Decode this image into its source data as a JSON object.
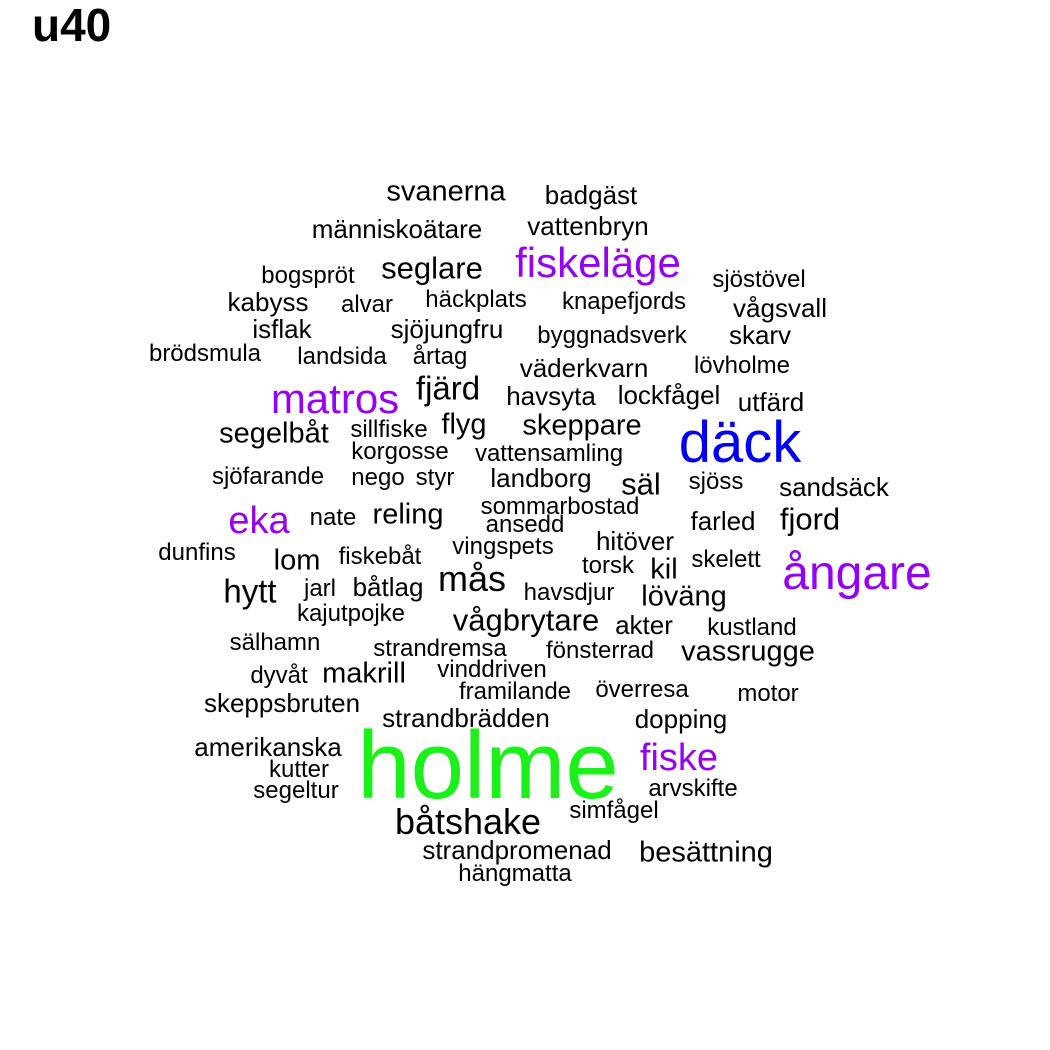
{
  "title": "u40",
  "colors": {
    "default": "#000000",
    "purple": "#9400F0",
    "blue": "#0000F0",
    "green": "#1BF01B"
  },
  "words": [
    {
      "text": "holme",
      "color": "green"
    },
    {
      "text": "däck",
      "color": "blue"
    },
    {
      "text": "ångare",
      "color": "purple"
    },
    {
      "text": "matros",
      "color": "purple"
    },
    {
      "text": "fiskeläge",
      "color": "purple"
    },
    {
      "text": "eka",
      "color": "purple"
    },
    {
      "text": "fiske",
      "color": "purple"
    },
    {
      "text": "svanerna",
      "color": "default"
    },
    {
      "text": "badgäst",
      "color": "default"
    },
    {
      "text": "människoätare",
      "color": "default"
    },
    {
      "text": "vattenbryn",
      "color": "default"
    },
    {
      "text": "bogspröt",
      "color": "default"
    },
    {
      "text": "seglare",
      "color": "default"
    },
    {
      "text": "sjöstövel",
      "color": "default"
    },
    {
      "text": "kabyss",
      "color": "default"
    },
    {
      "text": "alvar",
      "color": "default"
    },
    {
      "text": "häckplats",
      "color": "default"
    },
    {
      "text": "knapefjords",
      "color": "default"
    },
    {
      "text": "vågsvall",
      "color": "default"
    },
    {
      "text": "isflak",
      "color": "default"
    },
    {
      "text": "sjöjungfru",
      "color": "default"
    },
    {
      "text": "byggnadsverk",
      "color": "default"
    },
    {
      "text": "skarv",
      "color": "default"
    },
    {
      "text": "brödsmula",
      "color": "default"
    },
    {
      "text": "landsida",
      "color": "default"
    },
    {
      "text": "årtag",
      "color": "default"
    },
    {
      "text": "väderkvarn",
      "color": "default"
    },
    {
      "text": "lövholme",
      "color": "default"
    },
    {
      "text": "fjärd",
      "color": "default"
    },
    {
      "text": "havsyta",
      "color": "default"
    },
    {
      "text": "lockfågel",
      "color": "default"
    },
    {
      "text": "utfärd",
      "color": "default"
    },
    {
      "text": "segelbåt",
      "color": "default"
    },
    {
      "text": "sillfiske",
      "color": "default"
    },
    {
      "text": "flyg",
      "color": "default"
    },
    {
      "text": "skeppare",
      "color": "default"
    },
    {
      "text": "korgosse",
      "color": "default"
    },
    {
      "text": "vattensamling",
      "color": "default"
    },
    {
      "text": "sjöfarande",
      "color": "default"
    },
    {
      "text": "nego",
      "color": "default"
    },
    {
      "text": "styr",
      "color": "default"
    },
    {
      "text": "landborg",
      "color": "default"
    },
    {
      "text": "säl",
      "color": "default"
    },
    {
      "text": "sjöss",
      "color": "default"
    },
    {
      "text": "sandsäck",
      "color": "default"
    },
    {
      "text": "sommarbostad",
      "color": "default"
    },
    {
      "text": "nate",
      "color": "default"
    },
    {
      "text": "reling",
      "color": "default"
    },
    {
      "text": "ansedd",
      "color": "default"
    },
    {
      "text": "farled",
      "color": "default"
    },
    {
      "text": "fjord",
      "color": "default"
    },
    {
      "text": "dunfins",
      "color": "default"
    },
    {
      "text": "lom",
      "color": "default"
    },
    {
      "text": "fiskebåt",
      "color": "default"
    },
    {
      "text": "vingspets",
      "color": "default"
    },
    {
      "text": "hitöver",
      "color": "default"
    },
    {
      "text": "skelett",
      "color": "default"
    },
    {
      "text": "torsk",
      "color": "default"
    },
    {
      "text": "kil",
      "color": "default"
    },
    {
      "text": "hytt",
      "color": "default"
    },
    {
      "text": "jarl",
      "color": "default"
    },
    {
      "text": "båtlag",
      "color": "default"
    },
    {
      "text": "mås",
      "color": "default"
    },
    {
      "text": "havsdjur",
      "color": "default"
    },
    {
      "text": "löväng",
      "color": "default"
    },
    {
      "text": "kajutpojke",
      "color": "default"
    },
    {
      "text": "vågbrytare",
      "color": "default"
    },
    {
      "text": "akter",
      "color": "default"
    },
    {
      "text": "kustland",
      "color": "default"
    },
    {
      "text": "sälhamn",
      "color": "default"
    },
    {
      "text": "strandremsa",
      "color": "default"
    },
    {
      "text": "fönsterrad",
      "color": "default"
    },
    {
      "text": "vassrugge",
      "color": "default"
    },
    {
      "text": "dyvåt",
      "color": "default"
    },
    {
      "text": "makrill",
      "color": "default"
    },
    {
      "text": "vinddriven",
      "color": "default"
    },
    {
      "text": "framilande",
      "color": "default"
    },
    {
      "text": "överresa",
      "color": "default"
    },
    {
      "text": "motor",
      "color": "default"
    },
    {
      "text": "skeppsbruten",
      "color": "default"
    },
    {
      "text": "strandbrädden",
      "color": "default"
    },
    {
      "text": "dopping",
      "color": "default"
    },
    {
      "text": "amerikanska",
      "color": "default"
    },
    {
      "text": "kutter",
      "color": "default"
    },
    {
      "text": "arvskifte",
      "color": "default"
    },
    {
      "text": "segeltur",
      "color": "default"
    },
    {
      "text": "simfågel",
      "color": "default"
    },
    {
      "text": "båtshake",
      "color": "default"
    },
    {
      "text": "strandpromenad",
      "color": "default"
    },
    {
      "text": "besättning",
      "color": "default"
    },
    {
      "text": "hängmatta",
      "color": "default"
    }
  ]
}
